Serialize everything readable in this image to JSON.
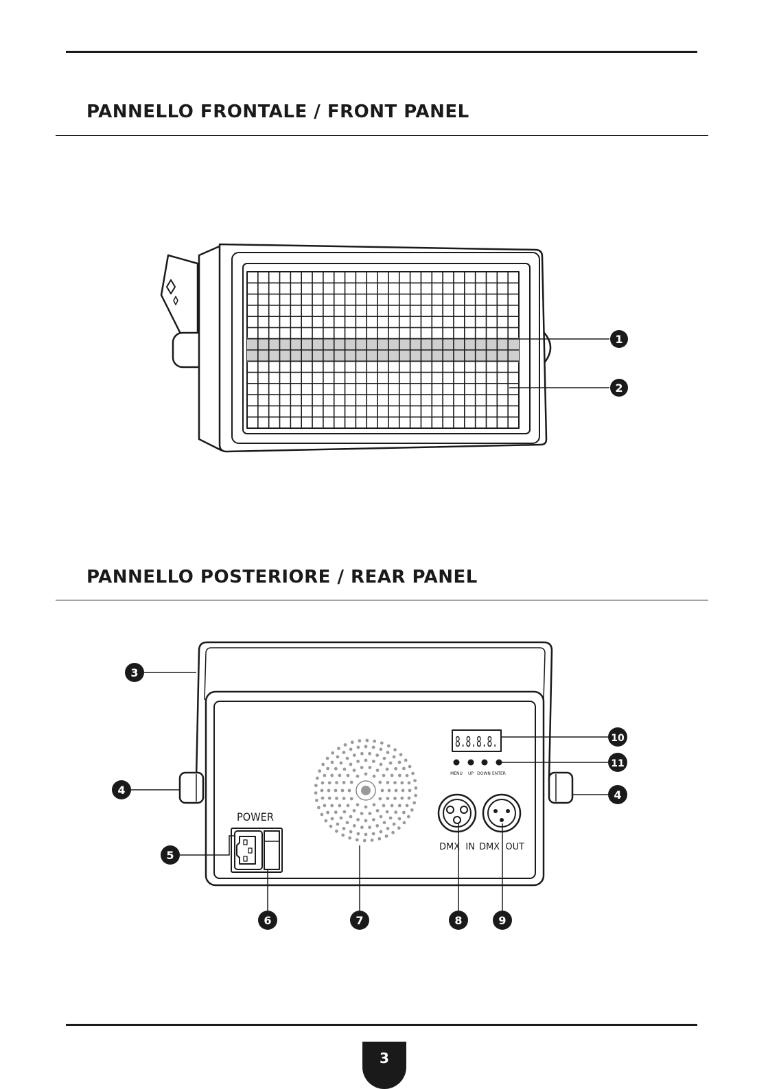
{
  "front_section": {
    "title": "PANNELLO FRONTALE / FRONT PANEL"
  },
  "front_callouts": [
    "1",
    "2"
  ],
  "rear_section": {
    "title": "PANNELLO POSTERIORE / REAR PANEL"
  },
  "rear_callouts": [
    "3",
    "4",
    "4",
    "5",
    "6",
    "7",
    "8",
    "9",
    "10",
    "11"
  ],
  "rear_labels": {
    "power": "POWER",
    "display": "8.8.8.8.",
    "menu": "MENU",
    "up": "UP",
    "down": "DOWN",
    "enter": "ENTER",
    "dmx_in": "DMX  IN",
    "dmx_out": "DMX  OUT"
  },
  "page_number": "3"
}
